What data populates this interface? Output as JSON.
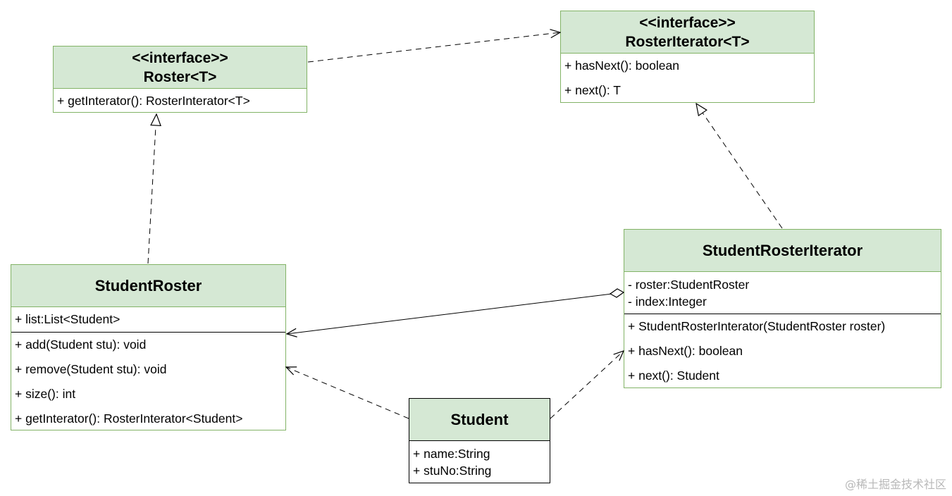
{
  "classes": {
    "roster": {
      "stereotype": "<<interface>>",
      "name": "Roster<T>",
      "methods": [
        "+ getInterator(): RosterInterator<T>"
      ]
    },
    "roster_iterator": {
      "stereotype": "<<interface>>",
      "name": "RosterIterator<T>",
      "methods": [
        "+ hasNext(): boolean",
        "+ next(): T"
      ]
    },
    "student_roster": {
      "name": "StudentRoster",
      "attributes": [
        "+ list:List<Student>"
      ],
      "methods": [
        "+ add(Student stu): void",
        "+ remove(Student stu): void",
        "+ size(): int",
        "+ getInterator(): RosterInterator<Student>"
      ]
    },
    "student_roster_iterator": {
      "name": "StudentRosterIterator",
      "attributes": [
        "- roster:StudentRoster",
        "- index:Integer"
      ],
      "methods": [
        "+ StudentRosterInterator(StudentRoster roster)",
        "+ hasNext(): boolean",
        "+ next(): Student"
      ]
    },
    "student": {
      "name": "Student",
      "attributes": [
        "+ name:String",
        "+ stuNo:String"
      ]
    }
  },
  "watermark": "@稀土掘金技术社区",
  "colors": {
    "header_fill": "#d5e8d4",
    "border": "#82b366",
    "line": "#000000"
  }
}
